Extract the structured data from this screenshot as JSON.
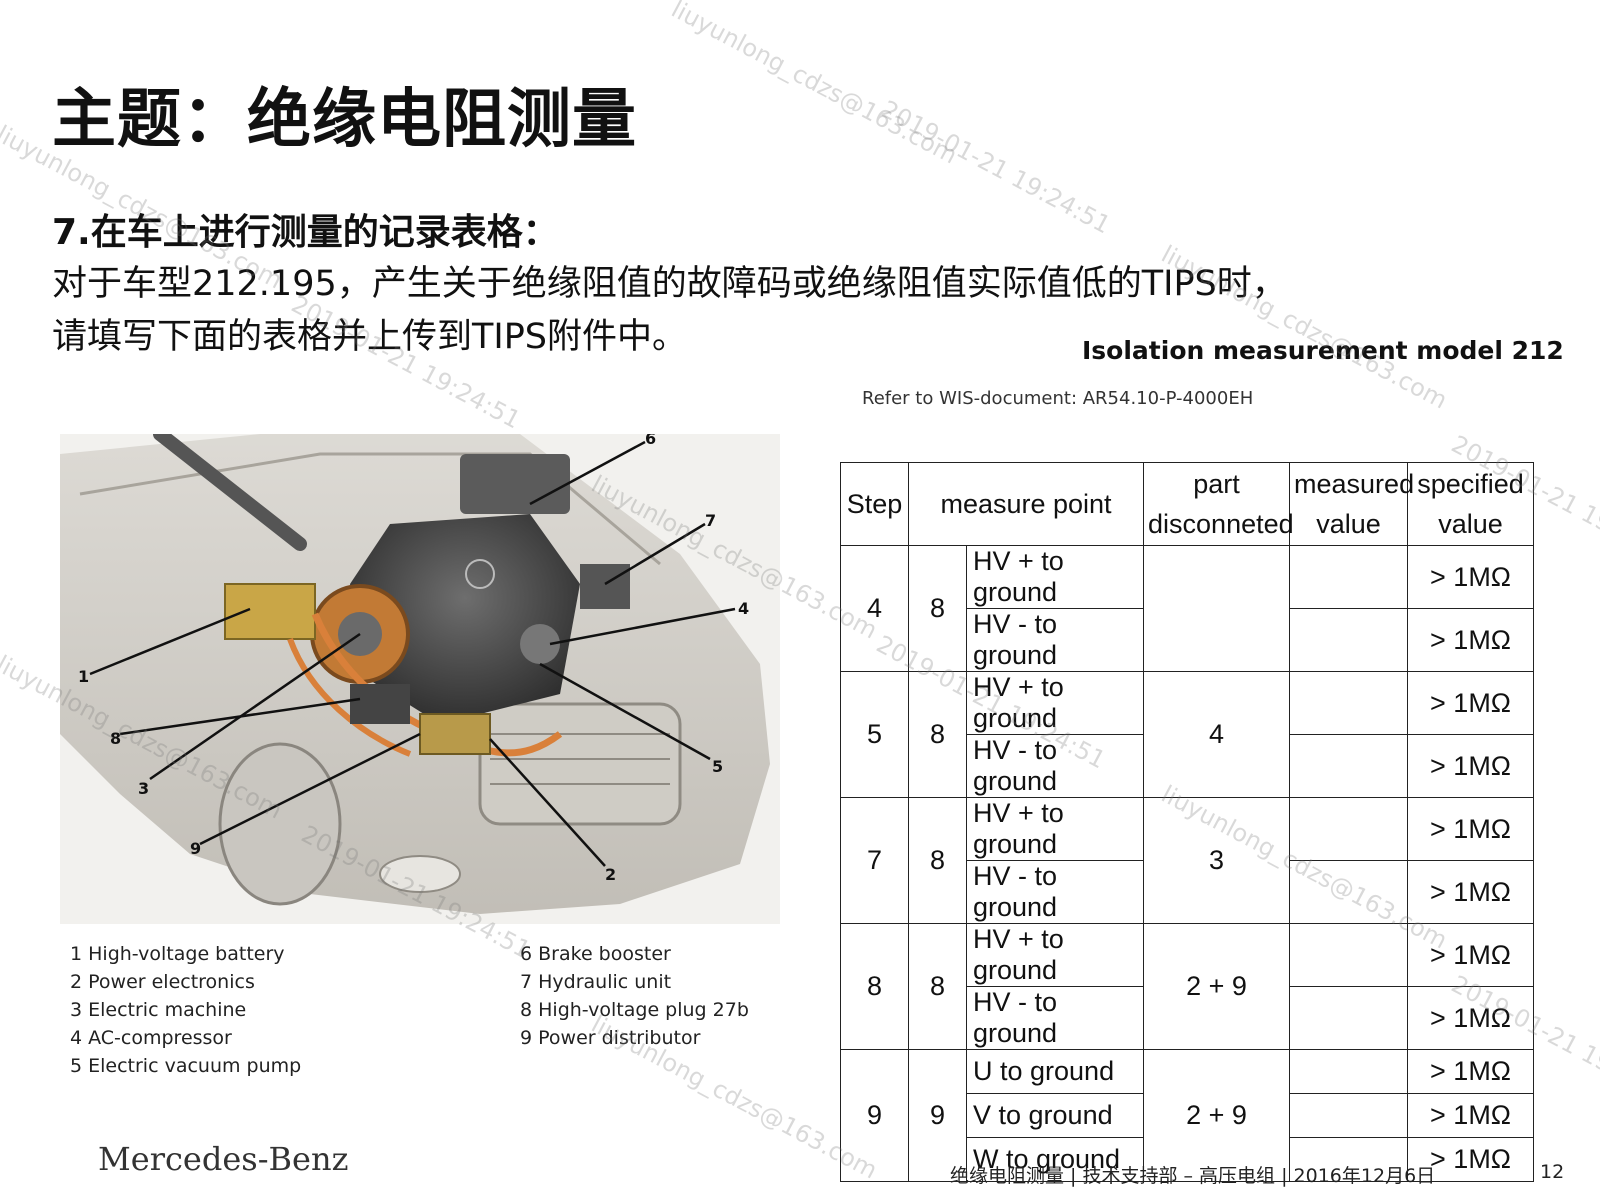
{
  "title": "主题：绝缘电阻测量",
  "subheading": "7.在车上进行测量的记录表格：",
  "body_lines": [
    "对于车型212.195，产生关于绝缘阻值的故障码或绝缘阻值实际值低的TIPS时，",
    "请填写下面的表格并上传到TIPS附件中。"
  ],
  "model_title": "Isolation measurement model 212",
  "wis_reference": "Refer to WIS-document: AR54.10-P-4000EH",
  "table": {
    "headers": {
      "step": "Step",
      "measure_point": "measure point",
      "part_line1": "part",
      "part_line2": "disconneted",
      "measured_line1": "measured",
      "measured_line2": "value",
      "specified_line1": "specified",
      "specified_line2": "value"
    },
    "rows": [
      {
        "step": "4",
        "plug": "8",
        "part": "",
        "points": [
          "HV + to ground",
          "HV - to ground"
        ],
        "specs": [
          "> 1MΩ",
          "> 1MΩ"
        ]
      },
      {
        "step": "5",
        "plug": "8",
        "part": "4",
        "points": [
          "HV + to ground",
          "HV - to ground"
        ],
        "specs": [
          "> 1MΩ",
          "> 1MΩ"
        ]
      },
      {
        "step": "7",
        "plug": "8",
        "part": "3",
        "points": [
          "HV + to ground",
          "HV - to ground"
        ],
        "specs": [
          "> 1MΩ",
          "> 1MΩ"
        ]
      },
      {
        "step": "8",
        "plug": "8",
        "part": "2 + 9",
        "points": [
          "HV + to ground",
          "HV - to ground"
        ],
        "specs": [
          "> 1MΩ",
          "> 1MΩ"
        ]
      },
      {
        "step": "9",
        "plug": "9",
        "part": "2 + 9",
        "points": [
          "U to ground",
          "V to ground",
          "W to ground"
        ],
        "specs": [
          "> 1MΩ",
          "> 1MΩ",
          "> 1MΩ"
        ]
      }
    ]
  },
  "callouts": [
    "1",
    "2",
    "3",
    "4",
    "5",
    "6",
    "7",
    "8",
    "9"
  ],
  "legend_left": [
    "1 High-voltage battery",
    "2 Power electronics",
    "3 Electric machine",
    "4 AC-compressor",
    "5 Electric vacuum pump"
  ],
  "legend_right": [
    "6 Brake booster",
    "7 Hydraulic unit",
    "8 High-voltage plug 27b",
    "9 Power distributor"
  ],
  "logo": "Mercedes-Benz",
  "footer": "绝缘电阻测量 | 技术支持部 – 高压电组 | 2016年12月6日",
  "page_number": "12",
  "watermarks": [
    "liuyunlong_cdzs@163.com",
    "2019-01-21 19:24:51"
  ]
}
